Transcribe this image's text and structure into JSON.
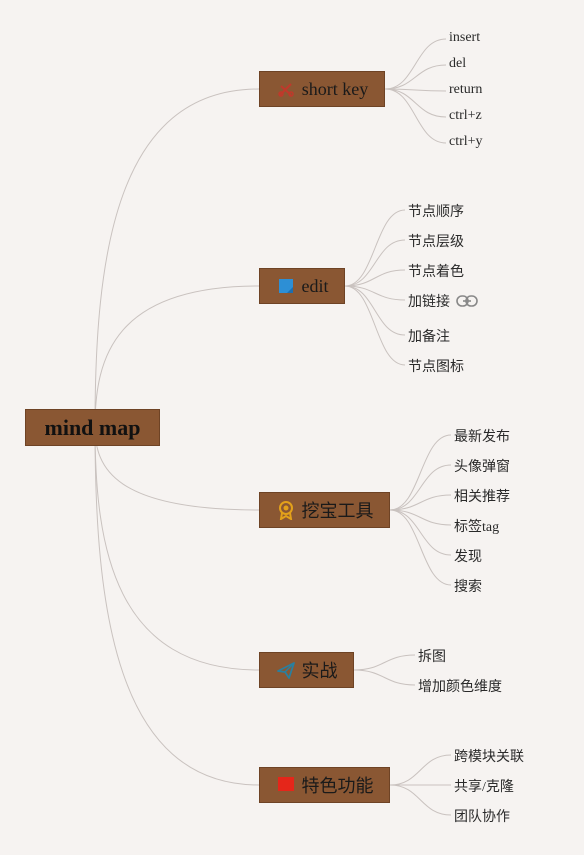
{
  "root": {
    "label": "mind map"
  },
  "branches": [
    {
      "label": "short key",
      "icon": "scissors-icon",
      "color": "#c0392b",
      "children": [
        {
          "label": "insert"
        },
        {
          "label": "del"
        },
        {
          "label": "return"
        },
        {
          "label": "ctrl+z"
        },
        {
          "label": "ctrl+y"
        }
      ]
    },
    {
      "label": "edit",
      "icon": "flag-icon",
      "color": "#2d8fd5",
      "children": [
        {
          "label": "节点顺序"
        },
        {
          "label": "节点层级"
        },
        {
          "label": "节点着色"
        },
        {
          "label": "加链接",
          "icon": "link-icon"
        },
        {
          "label": "加备注"
        },
        {
          "label": "节点图标"
        }
      ]
    },
    {
      "label": "挖宝工具",
      "icon": "medal-icon",
      "color": "#e3a11a",
      "children": [
        {
          "label": "最新发布"
        },
        {
          "label": "头像弹窗"
        },
        {
          "label": "相关推荐"
        },
        {
          "label": "标签tag"
        },
        {
          "label": "发现"
        },
        {
          "label": "搜索"
        }
      ]
    },
    {
      "label": "实战",
      "icon": "paper-plane-icon",
      "color": "#2a7f9e",
      "children": [
        {
          "label": "拆图"
        },
        {
          "label": "增加颜色维度"
        }
      ]
    },
    {
      "label": "特色功能",
      "icon": "red-square-icon",
      "color": "#e5261a",
      "children": [
        {
          "label": "跨模块关联"
        },
        {
          "label": "共享/克隆"
        },
        {
          "label": "团队协作"
        }
      ]
    }
  ],
  "connector_color": "#c9c2bf"
}
